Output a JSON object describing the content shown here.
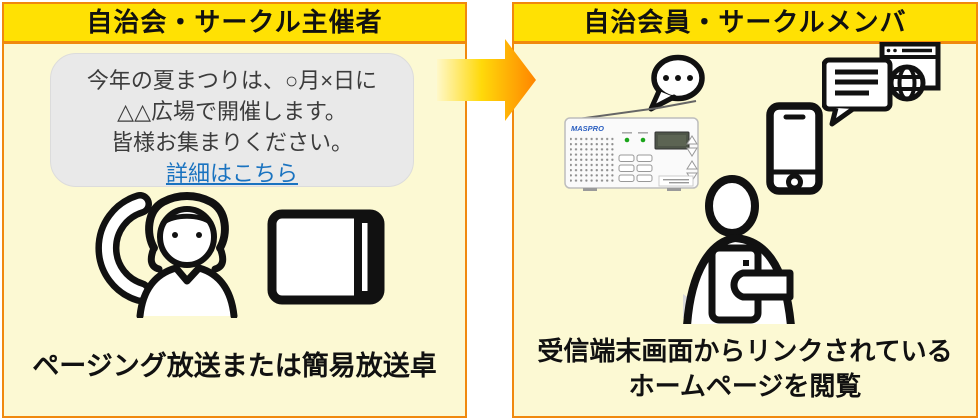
{
  "left": {
    "header": "自治会・サークル主催者",
    "bubble_line1": "今年の夏まつりは、○月×日に",
    "bubble_line2": "△△広場で開催します。",
    "bubble_line3": "皆様お集まりください。",
    "bubble_link": "詳細はこちら",
    "caption": "ページング放送または簡易放送卓"
  },
  "right": {
    "header": "自治会員・サークルメンバ",
    "radio_logo": "MASPRO",
    "caption_line1": "受信端末画面からリンクされている",
    "caption_line2": "ホームページを閲覧"
  },
  "icons": {
    "operator": "phone-operator-icon",
    "broadcast_desk": "broadcast-tablet-icon",
    "chat": "chat-dots-icon",
    "radio": "radio-receiver-image",
    "phone": "smartphone-icon",
    "webpage": "webpage-chat-globe-icon",
    "person": "person-holding-tablet-icon",
    "arrow": "flow-arrow-icon"
  },
  "colors": {
    "header_yellow": "#FFE103",
    "panel_yellow": "#FCF9D3",
    "border_orange": "#F0890E",
    "bubble_gray": "#E9E9E9",
    "link_blue": "#1A73C0",
    "arrow_gradient_start": "#FFF8C8",
    "arrow_gradient_end": "#FF8500"
  }
}
